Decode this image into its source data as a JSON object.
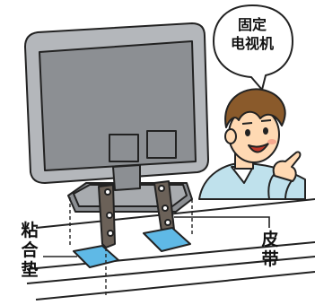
{
  "speech_bubble": {
    "line1": "固定",
    "line2": "电视机"
  },
  "labels": {
    "adhesive_pad": [
      "粘",
      "合",
      "垫"
    ],
    "strap": [
      "皮",
      "带"
    ]
  },
  "colors": {
    "tv_body": "#8c8f93",
    "tv_frame": "#b4b7bb",
    "table": "#ffffff",
    "pad": "#5fb9e6",
    "strap": "#6b6158",
    "shirt": "#bfe1ec",
    "skin": "#ffd9b3",
    "hair": "#8a5a2b",
    "outline": "#222222"
  }
}
